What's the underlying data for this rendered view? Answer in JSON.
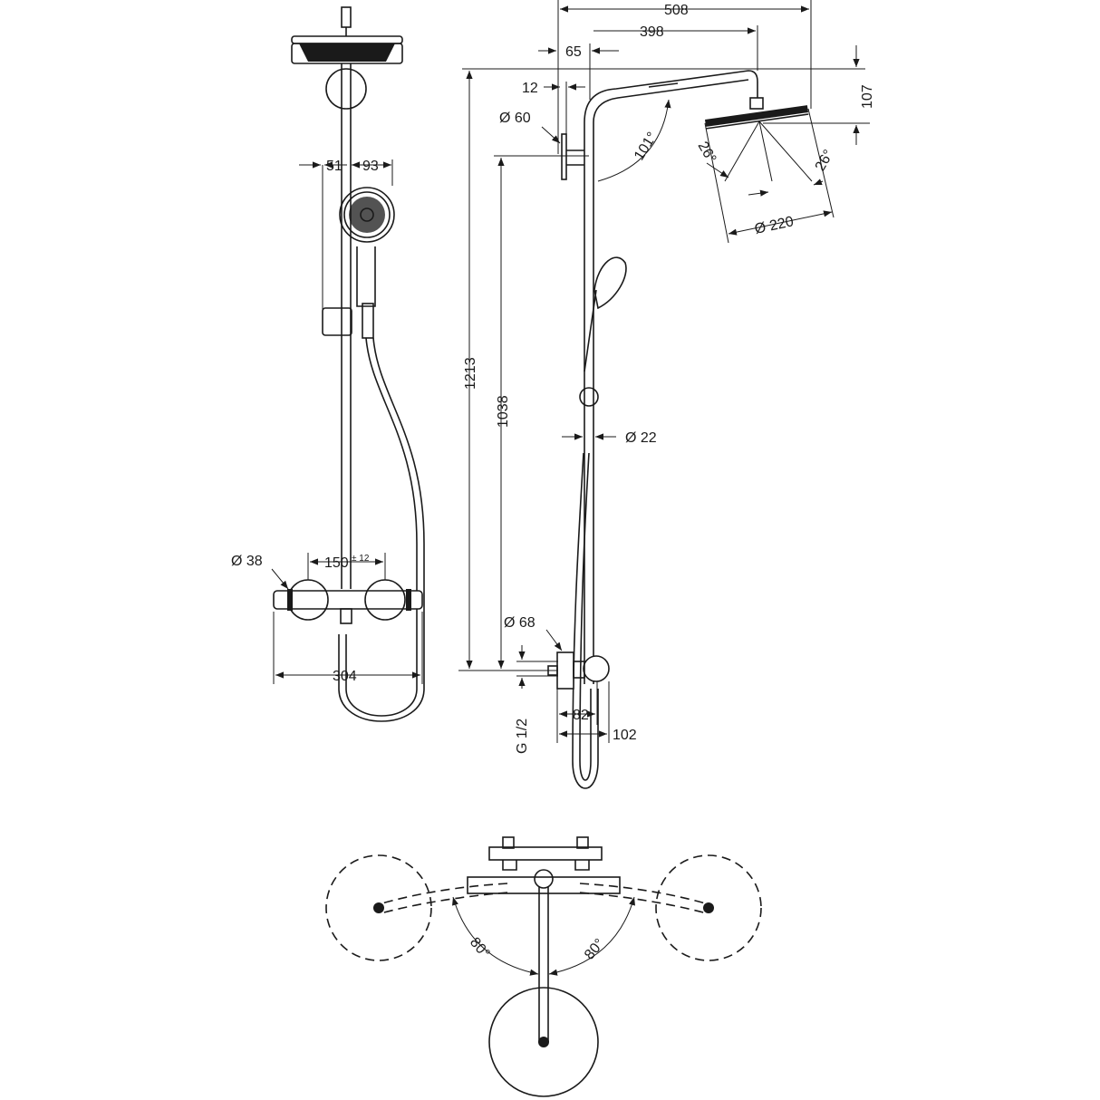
{
  "dimensions": {
    "d508": "508",
    "d398": "398",
    "d65": "65",
    "d12": "12",
    "d107": "107",
    "dia60": "Ø 60",
    "angle101": "101°",
    "angle26_left": "26°",
    "angle26_right": "26°",
    "dia220": "Ø 220",
    "d51": "51",
    "d93": "93",
    "d1213": "1213",
    "d1038": "1038",
    "dia22": "Ø 22",
    "dia38": "Ø 38",
    "d150": "150",
    "d150_tol": "± 12",
    "dia68": "Ø 68",
    "d304": "304",
    "g12": "G 1/2",
    "d82": "82",
    "d102": "102",
    "angle80_left": "80°",
    "angle80_right": "80°"
  }
}
